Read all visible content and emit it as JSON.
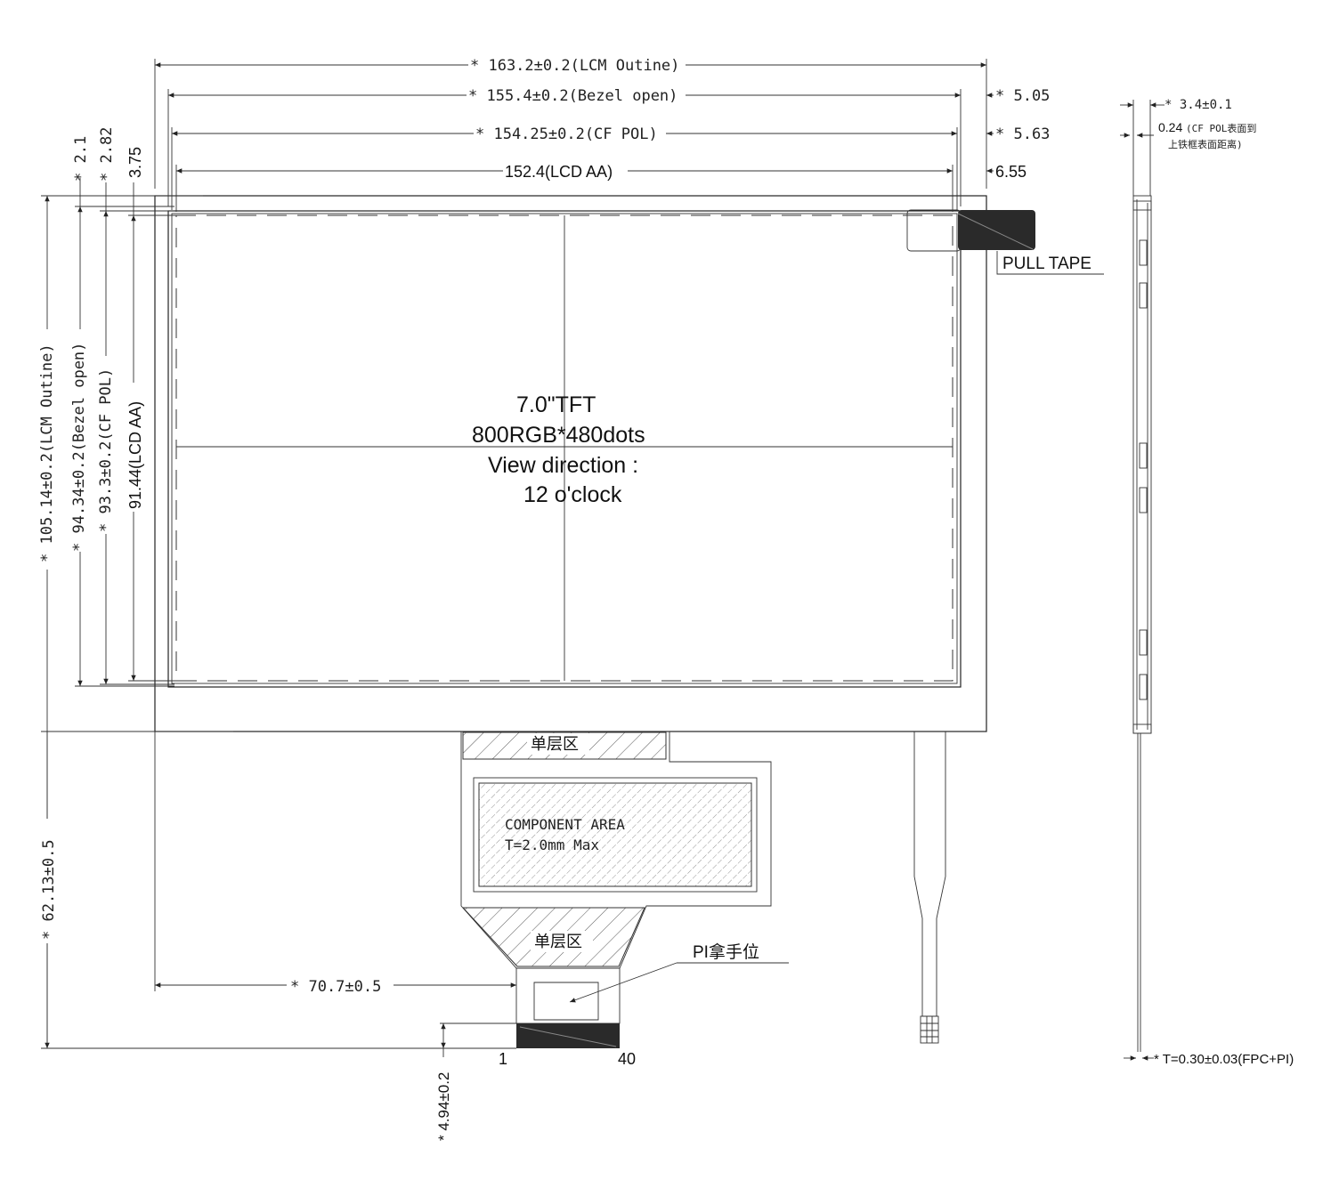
{
  "dimensions": {
    "lcm_width": "* 163.2±0.2(LCM Outine)",
    "bezel_width": "* 155.4±0.2(Bezel open)",
    "cfpol_width": "* 154.25±0.2(CF POL)",
    "aa_width": "152.4(LCD AA)",
    "right_505": "* 5.05",
    "right_563": "* 5.63",
    "right_655": "6.55",
    "top_21": "* 2.1",
    "top_282": "* 2.82",
    "top_375": "3.75",
    "lcm_height": "* 105.14±0.2(LCM Outine)",
    "bezel_height": "* 94.34±0.2(Bezel open)",
    "cfpol_height": "* 93.3±0.2(CF POL)",
    "aa_height": "91.44(LCD AA)",
    "fpc_length": "* 62.13±0.5",
    "fpc_offset": "* 70.7±0.5",
    "fpc_tip": "* 4.94±0.2",
    "side_thickness": "* 3.4±0.1",
    "side_gap_value": "0.24",
    "side_gap_note_1": "(CF POL表面到",
    "side_gap_note_2": "上铁框表面距离)",
    "fpc_thickness": "* T=0.30±0.03(FPC+PI)"
  },
  "labels": {
    "pull_tape": "PULL TAPE",
    "center_1": "7.0\"TFT",
    "center_2": "800RGB*480dots",
    "center_3": "View direction :",
    "center_4": "12 o'clock",
    "single_layer_top": "单层区",
    "single_layer_bottom": "单层区",
    "component_1": "COMPONENT AREA",
    "component_2": "T=2.0mm Max",
    "pi_stiffener": "PI拿手位",
    "pin_1": "1",
    "pin_40": "40"
  }
}
